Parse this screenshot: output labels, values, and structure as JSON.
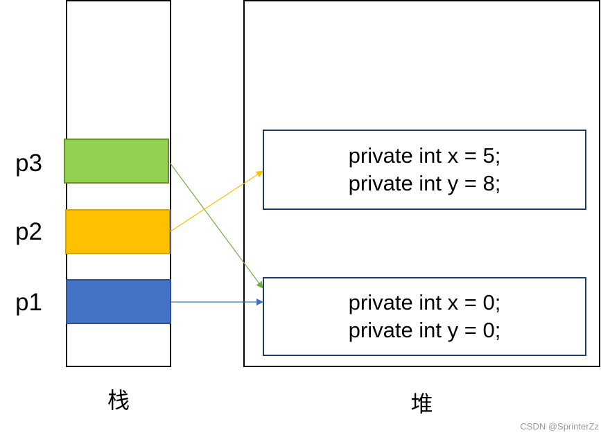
{
  "stack": {
    "label": "栈",
    "cells": [
      {
        "name": "p3",
        "fill": "#92D050",
        "border": "#6E8B3D",
        "arrow_color": "#70AD47"
      },
      {
        "name": "p2",
        "fill": "#FFC000",
        "border": "#C9A227",
        "arrow_color": "#FFC000"
      },
      {
        "name": "p1",
        "fill": "#4472C4",
        "border": "#2F528F",
        "arrow_color": "#4472C4"
      }
    ]
  },
  "heap": {
    "label": "堆",
    "border_color": "#1F3A5F",
    "objects": [
      {
        "lines": [
          "private int x = 5;",
          "private int y = 8;"
        ]
      },
      {
        "lines": [
          "private int x = 0;",
          "private int y = 0;"
        ]
      }
    ]
  },
  "watermark": "CSDN @SprinterZz"
}
